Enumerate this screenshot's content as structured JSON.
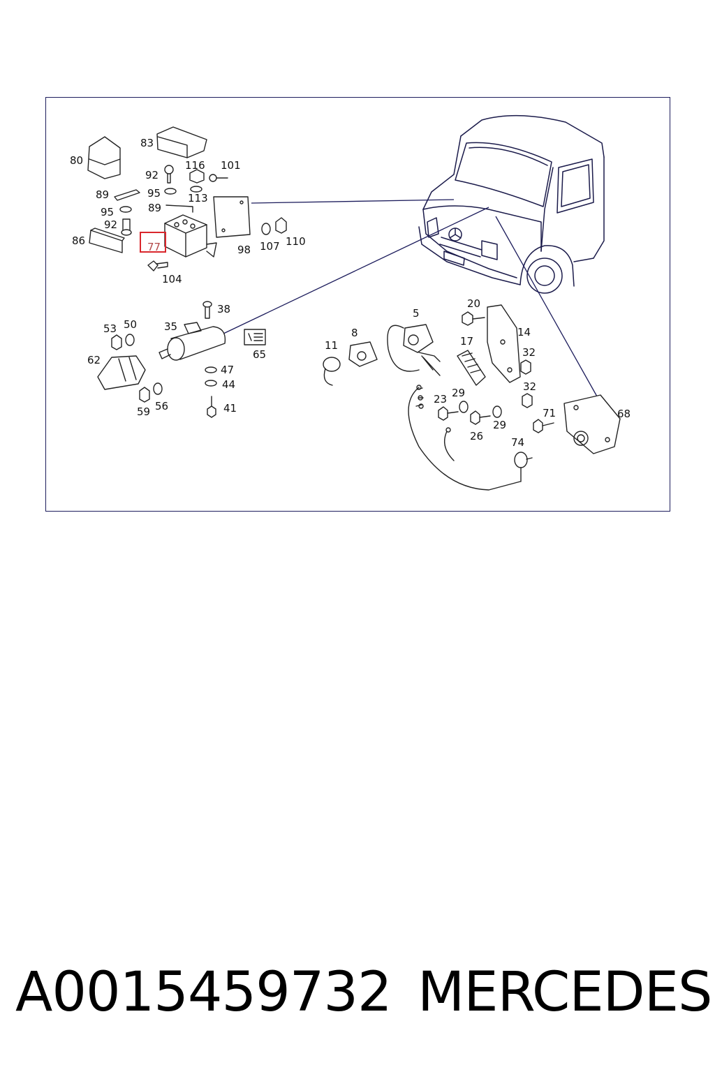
{
  "diagram": {
    "callouts": [
      "80",
      "83",
      "92",
      "116",
      "101",
      "89",
      "95",
      "113",
      "95",
      "89",
      "92",
      "86",
      "77",
      "104",
      "98",
      "107",
      "110",
      "38",
      "53",
      "50",
      "35",
      "62",
      "65",
      "47",
      "44",
      "41",
      "59",
      "56",
      "5",
      "11",
      "8",
      "20",
      "14",
      "17",
      "32",
      "29",
      "23",
      "32",
      "26",
      "29",
      "71",
      "74",
      "68"
    ],
    "highlighted_part": "77",
    "colors": {
      "frame": "#1c1c5c",
      "highlight": "#d9262c",
      "highlight_text": "#b34a4a"
    }
  },
  "footer": {
    "part_number": "A0015459732",
    "brand": "MERCEDES"
  }
}
